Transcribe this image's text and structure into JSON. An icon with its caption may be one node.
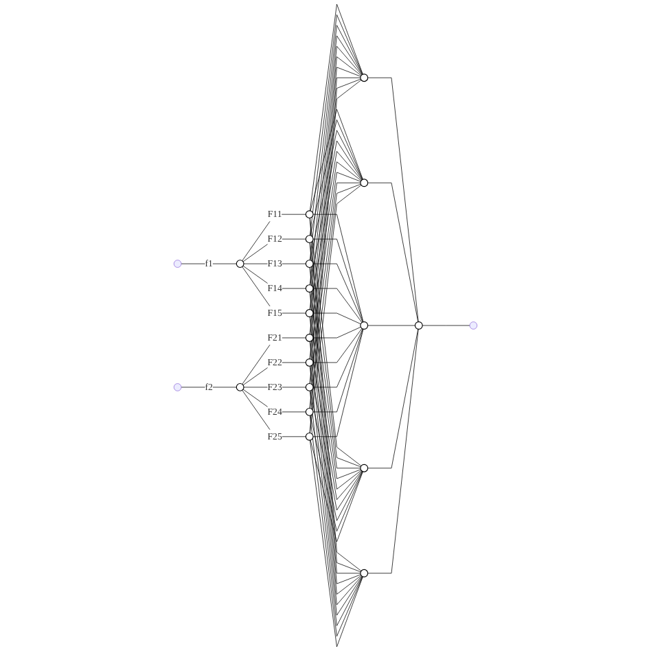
{
  "diagram": {
    "nodes": [
      {
        "text": [],
        "shape": "circle"
      },
      {
        "text": [],
        "shape": "circle"
      },
      {
        "text": [],
        "shape": "circle"
      },
      {
        "text": [],
        "shape": "circle"
      },
      {
        "text": [],
        "shape": "circle"
      },
      {
        "text": [],
        "shape": "circle"
      },
      {
        "text": [],
        "shape": "circle"
      },
      {
        "text": [],
        "shape": "circle"
      },
      {
        "text": [],
        "shape": "circle"
      },
      {
        "text": [],
        "shape": "circle"
      },
      {
        "text": [],
        "shape": "circle"
      },
      {
        "text": [],
        "shape": "circle"
      },
      {
        "text": [],
        "shape": "circle"
      },
      {
        "text": [],
        "shape": "circle"
      },
      {
        "text": [],
        "shape": "circle"
      },
      {
        "text": [],
        "shape": "circle"
      },
      {
        "text": [],
        "shape": "circle"
      },
      {
        "text": [],
        "shape": "circle"
      }
    ],
    "edges": [
      {
        "from": null,
        "to": 0,
        "arrow": "none",
        "label": "f1"
      },
      {
        "from": null,
        "to": 1,
        "arrow": "none",
        "label": "f2"
      },
      {
        "from": 0,
        "to": 2,
        "arrow": "none",
        "label": "F11"
      },
      {
        "from": 0,
        "to": 3,
        "arrow": "none",
        "label": "F12"
      },
      {
        "from": 0,
        "to": 4,
        "arrow": "none",
        "label": "F13"
      },
      {
        "from": 0,
        "to": 5,
        "arrow": "none",
        "label": "F14"
      },
      {
        "from": 0,
        "to": 6,
        "arrow": "none",
        "label": "F15"
      },
      {
        "from": 1,
        "to": 7,
        "arrow": "none",
        "label": "F21"
      },
      {
        "from": 1,
        "to": 8,
        "arrow": "none",
        "label": "F22"
      },
      {
        "from": 1,
        "to": 9,
        "arrow": "none",
        "label": "F23"
      },
      {
        "from": 1,
        "to": 10,
        "arrow": "none",
        "label": "F24"
      },
      {
        "from": 1,
        "to": 11,
        "arrow": "none",
        "label": "F25"
      },
      {
        "from": 2,
        "to": 12,
        "arrow": "none"
      },
      {
        "from": 2,
        "to": 13,
        "arrow": "none"
      },
      {
        "from": 2,
        "to": 14,
        "arrow": "none"
      },
      {
        "from": 2,
        "to": 15,
        "arrow": "none"
      },
      {
        "from": 2,
        "to": 16,
        "arrow": "none"
      },
      {
        "from": 3,
        "to": 12,
        "arrow": "none"
      },
      {
        "from": 3,
        "to": 13,
        "arrow": "none"
      },
      {
        "from": 3,
        "to": 14,
        "arrow": "none"
      },
      {
        "from": 3,
        "to": 15,
        "arrow": "none"
      },
      {
        "from": 3,
        "to": 16,
        "arrow": "none"
      },
      {
        "from": 4,
        "to": 12,
        "arrow": "none"
      },
      {
        "from": 4,
        "to": 13,
        "arrow": "none"
      },
      {
        "from": 4,
        "to": 14,
        "arrow": "none"
      },
      {
        "from": 4,
        "to": 15,
        "arrow": "none"
      },
      {
        "from": 4,
        "to": 16,
        "arrow": "none"
      },
      {
        "from": 5,
        "to": 12,
        "arrow": "none"
      },
      {
        "from": 5,
        "to": 13,
        "arrow": "none"
      },
      {
        "from": 5,
        "to": 14,
        "arrow": "none"
      },
      {
        "from": 5,
        "to": 15,
        "arrow": "none"
      },
      {
        "from": 5,
        "to": 16,
        "arrow": "none"
      },
      {
        "from": 6,
        "to": 12,
        "arrow": "none"
      },
      {
        "from": 6,
        "to": 13,
        "arrow": "none"
      },
      {
        "from": 6,
        "to": 14,
        "arrow": "none"
      },
      {
        "from": 6,
        "to": 15,
        "arrow": "none"
      },
      {
        "from": 6,
        "to": 16,
        "arrow": "none"
      },
      {
        "from": 7,
        "to": 12,
        "arrow": "none"
      },
      {
        "from": 7,
        "to": 13,
        "arrow": "none"
      },
      {
        "from": 7,
        "to": 14,
        "arrow": "none"
      },
      {
        "from": 7,
        "to": 15,
        "arrow": "none"
      },
      {
        "from": 7,
        "to": 16,
        "arrow": "none"
      },
      {
        "from": 8,
        "to": 12,
        "arrow": "none"
      },
      {
        "from": 8,
        "to": 13,
        "arrow": "none"
      },
      {
        "from": 8,
        "to": 14,
        "arrow": "none"
      },
      {
        "from": 8,
        "to": 15,
        "arrow": "none"
      },
      {
        "from": 8,
        "to": 16,
        "arrow": "none"
      },
      {
        "from": 9,
        "to": 12,
        "arrow": "none"
      },
      {
        "from": 9,
        "to": 13,
        "arrow": "none"
      },
      {
        "from": 9,
        "to": 14,
        "arrow": "none"
      },
      {
        "from": 9,
        "to": 15,
        "arrow": "none"
      },
      {
        "from": 9,
        "to": 16,
        "arrow": "none"
      },
      {
        "from": 10,
        "to": 12,
        "arrow": "none"
      },
      {
        "from": 10,
        "to": 13,
        "arrow": "none"
      },
      {
        "from": 10,
        "to": 14,
        "arrow": "none"
      },
      {
        "from": 10,
        "to": 15,
        "arrow": "none"
      },
      {
        "from": 10,
        "to": 16,
        "arrow": "none"
      },
      {
        "from": 11,
        "to": 12,
        "arrow": "none"
      },
      {
        "from": 11,
        "to": 13,
        "arrow": "none"
      },
      {
        "from": 11,
        "to": 14,
        "arrow": "none"
      },
      {
        "from": 11,
        "to": 15,
        "arrow": "none"
      },
      {
        "from": 11,
        "to": 16,
        "arrow": "none"
      },
      {
        "from": 12,
        "to": 17,
        "arrow": "none"
      },
      {
        "from": 13,
        "to": 17,
        "arrow": "none"
      },
      {
        "from": 14,
        "to": 17,
        "arrow": "none"
      },
      {
        "from": 15,
        "to": 17,
        "arrow": "none"
      },
      {
        "from": 16,
        "to": 17,
        "arrow": "none"
      },
      {
        "from": 17,
        "to": null,
        "arrow": "none"
      }
    ]
  }
}
